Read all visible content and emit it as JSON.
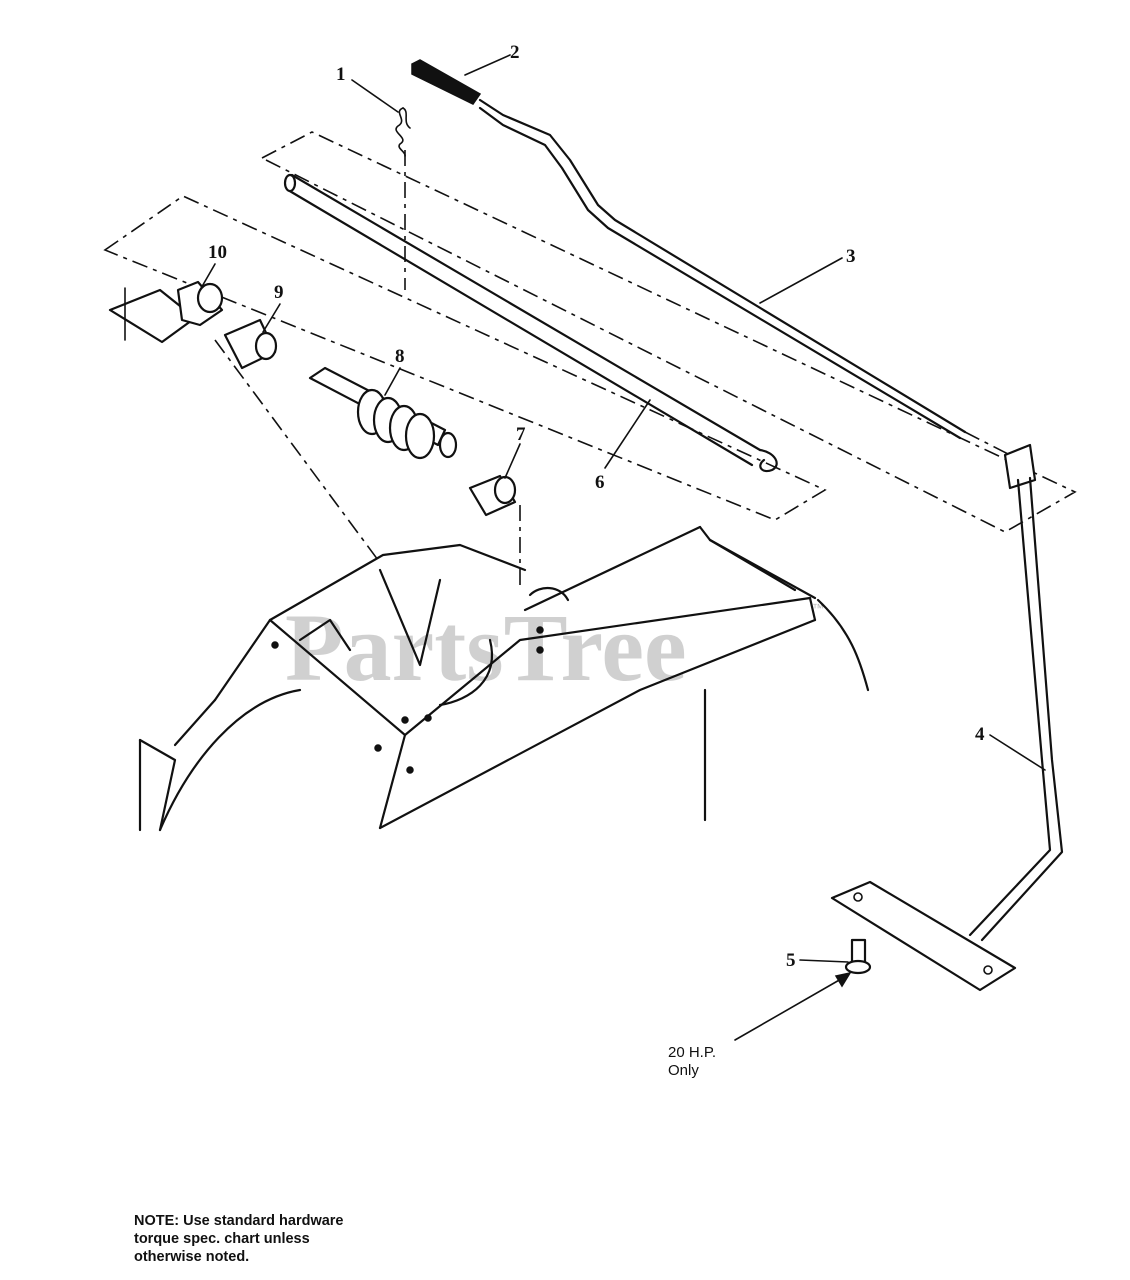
{
  "diagram": {
    "watermark": "PartsTree",
    "watermark_tm": "™",
    "callouts": [
      {
        "id": "1",
        "label": "1"
      },
      {
        "id": "2",
        "label": "2"
      },
      {
        "id": "3",
        "label": "3"
      },
      {
        "id": "4",
        "label": "4"
      },
      {
        "id": "5",
        "label": "5"
      },
      {
        "id": "6",
        "label": "6"
      },
      {
        "id": "7",
        "label": "7"
      },
      {
        "id": "8",
        "label": "8"
      },
      {
        "id": "9",
        "label": "9"
      },
      {
        "id": "10",
        "label": "10"
      }
    ],
    "annotation": {
      "line1": "20 H.P.",
      "line2": "Only"
    },
    "note": {
      "line1": "NOTE: Use standard hardware",
      "line2": "torque spec. chart unless",
      "line3": "otherwise noted."
    }
  }
}
